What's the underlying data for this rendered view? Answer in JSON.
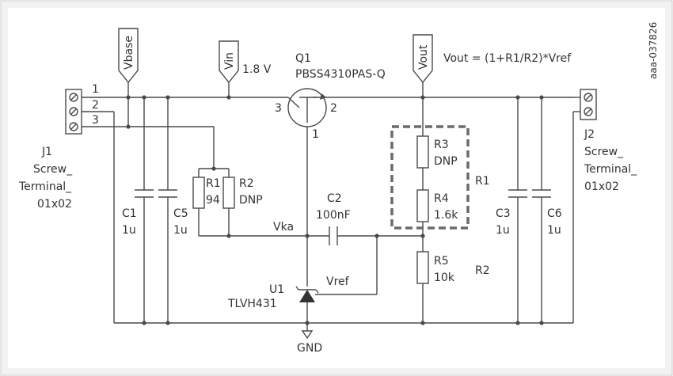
{
  "doc_id": "aaa-037826",
  "formula": "Vout = (1+R1/R2)*Vref",
  "ports": {
    "vbase": "Vbase",
    "vin": "Vin",
    "vout": "Vout"
  },
  "vin_value": "1.8 V",
  "q1": {
    "ref": "Q1",
    "part": "PBSS4310PAS-Q",
    "pin1": "1",
    "pin2": "2",
    "pin3": "3"
  },
  "j1": {
    "ref": "J1",
    "line1": "Screw_",
    "line2": "Terminal_",
    "line3": "01x02",
    "pins": [
      "1",
      "2",
      "3"
    ]
  },
  "j2": {
    "ref": "J2",
    "line1": "Screw_",
    "line2": "Terminal_",
    "line3": "01x02"
  },
  "c1": {
    "ref": "C1",
    "value": "1u"
  },
  "c5": {
    "ref": "C5",
    "value": "1u"
  },
  "c2": {
    "ref": "C2",
    "value": "100nF"
  },
  "c3": {
    "ref": "C3",
    "value": "1u"
  },
  "c6": {
    "ref": "C6",
    "value": "1u"
  },
  "r1": {
    "ref": "R1",
    "value": "94"
  },
  "r2": {
    "ref": "R2",
    "value": "DNP"
  },
  "r3": {
    "ref": "R3",
    "value": "DNP"
  },
  "r4": {
    "ref": "R4",
    "value": "1.6k"
  },
  "r5": {
    "ref": "R5",
    "value": "10k"
  },
  "r1_group_label": "R1",
  "r2_group_label": "R2",
  "nets": {
    "vka": "Vka",
    "vref": "Vref",
    "gnd": "GND"
  },
  "u1": {
    "ref": "U1",
    "part": "TLVH431"
  }
}
